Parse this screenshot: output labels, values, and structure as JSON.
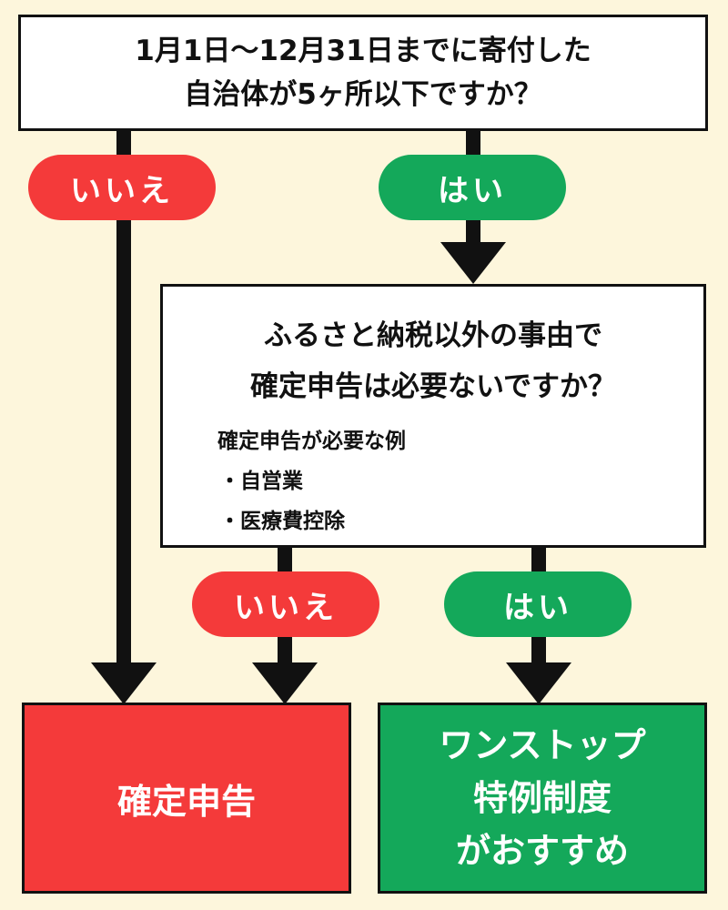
{
  "question1": {
    "line1": "1月1日〜12月31日までに寄付した",
    "line2": "自治体が5ヶ所以下ですか？"
  },
  "question2": {
    "line1": "ふるさと納税以外の事由で",
    "line2": "確定申告は必要ないですか？",
    "examples_heading": "確定申告が必要な例",
    "examples": [
      "・自営業",
      "・医療費控除"
    ]
  },
  "labels": {
    "no": "いいえ",
    "yes": "はい"
  },
  "results": {
    "tax_return": "確定申告",
    "onestop_line1": "ワンストップ",
    "onestop_line2": "特例制度",
    "onestop_line3": "がおすすめ"
  },
  "colors": {
    "background": "#fdf6dc",
    "no": "#f43a3a",
    "yes": "#14a85a",
    "line": "#111111"
  }
}
